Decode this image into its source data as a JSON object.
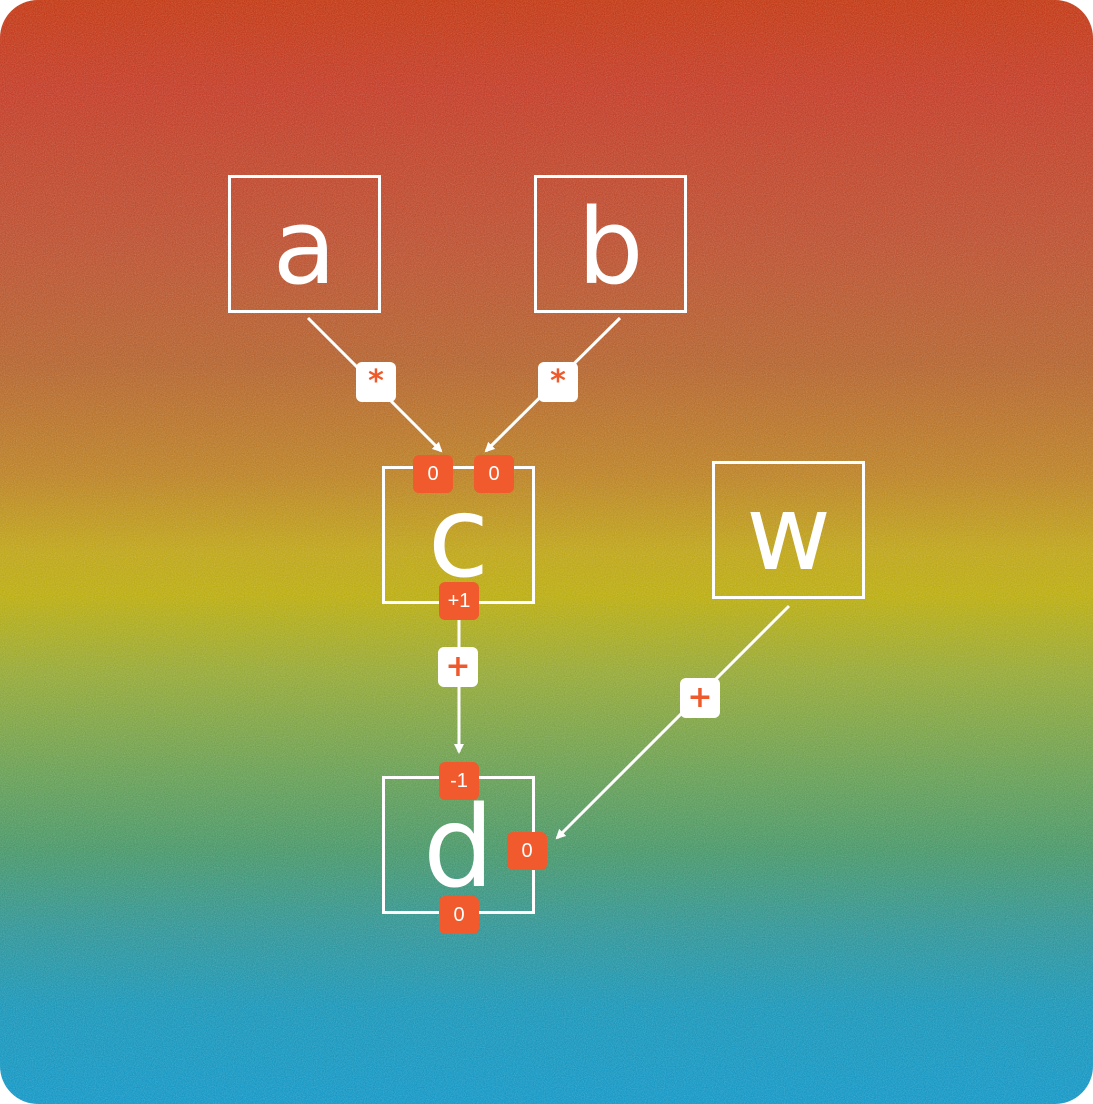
{
  "colors": {
    "line": "#ffffff",
    "badge_fill": "#f05a2c",
    "op_fill": "#ffffff",
    "op_text": "#ef5a2c",
    "gradient": [
      "#bf2c05",
      "#b84524",
      "#bba00a",
      "#5f9a4a",
      "#0591c3"
    ]
  },
  "nodes": {
    "a": {
      "label": "a"
    },
    "b": {
      "label": "b"
    },
    "c": {
      "label": "c"
    },
    "w": {
      "label": "w"
    },
    "d": {
      "label": "d"
    }
  },
  "edges": {
    "a_to_c": {
      "op": "*"
    },
    "b_to_c": {
      "op": "*"
    },
    "c_to_d": {
      "op": "+"
    },
    "w_to_d": {
      "op": "+"
    }
  },
  "badges": {
    "c_in_left": "0",
    "c_in_right": "0",
    "c_out": "+1",
    "d_in_top": "-1",
    "d_in_right": "0",
    "d_out": "0"
  }
}
